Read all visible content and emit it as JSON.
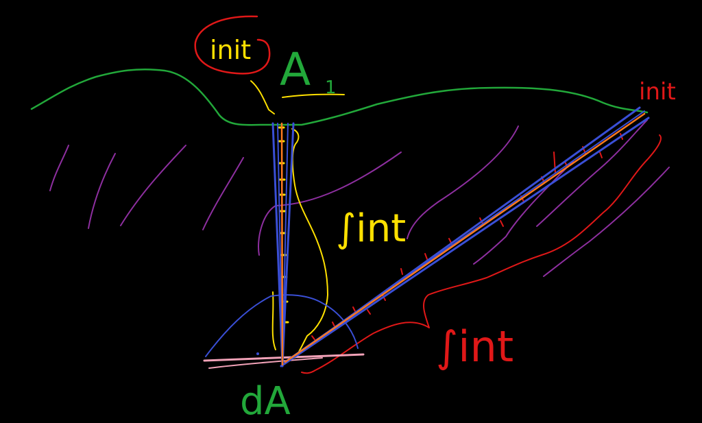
{
  "labels": {
    "init_top": "init",
    "area_top": "A",
    "area_top_subscript": "1",
    "integral_yellow": "∫int",
    "integral_red": "∫int",
    "init_right": "init",
    "area_bottom": "dA"
  },
  "colors": {
    "background": "#000000",
    "ground": "#22a83a",
    "hatching": "#8e2fa0",
    "hemisphere": "#3a4fd6",
    "beam": "#3a4fd6",
    "ray": "#ff7a20",
    "yellow_path": "#ffe000",
    "red_path": "#e01818",
    "surface": "#f2a2b8"
  },
  "icons": {
    "integral_sign": "integral-icon"
  }
}
